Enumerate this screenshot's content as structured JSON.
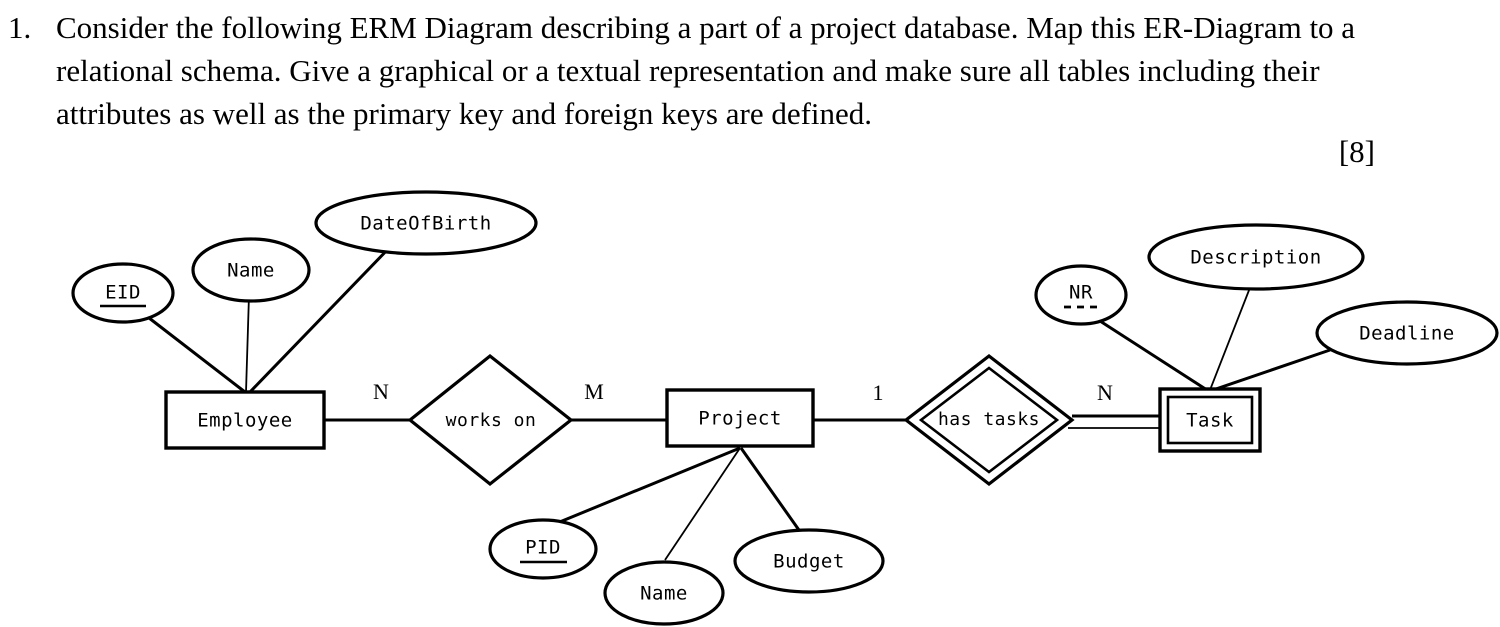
{
  "question": {
    "number": "1.",
    "text": "Consider the following ERM Diagram describing a part of a project database. Map this ER-Diagram to a relational schema. Give a graphical or a textual representation and make sure all tables including their attributes as well as the primary key and foreign keys are defined.",
    "marks": "[8]"
  },
  "diagram": {
    "type": "er-diagram",
    "entities": [
      {
        "id": "employee",
        "label": "Employee",
        "kind": "strong"
      },
      {
        "id": "project",
        "label": "Project",
        "kind": "strong"
      },
      {
        "id": "task",
        "label": "Task",
        "kind": "weak"
      }
    ],
    "relationships": [
      {
        "id": "works-on",
        "label": "works on",
        "kind": "regular",
        "left_cardinality": "N",
        "right_cardinality": "M"
      },
      {
        "id": "has-tasks",
        "label": "has tasks",
        "kind": "identifying",
        "left_cardinality": "1",
        "right_cardinality": "N"
      }
    ],
    "attributes": [
      {
        "id": "eid",
        "label": "EID",
        "owner": "employee",
        "key": "primary"
      },
      {
        "id": "emp-name",
        "label": "Name",
        "owner": "employee",
        "key": "none"
      },
      {
        "id": "dateofbirth",
        "label": "DateOfBirth",
        "owner": "employee",
        "key": "none"
      },
      {
        "id": "pid",
        "label": "PID",
        "owner": "project",
        "key": "primary"
      },
      {
        "id": "proj-name",
        "label": "Name",
        "owner": "project",
        "key": "none"
      },
      {
        "id": "budget",
        "label": "Budget",
        "owner": "project",
        "key": "none"
      },
      {
        "id": "nr",
        "label": "NR",
        "owner": "task",
        "key": "partial"
      },
      {
        "id": "description",
        "label": "Description",
        "owner": "task",
        "key": "none"
      },
      {
        "id": "deadline",
        "label": "Deadline",
        "owner": "task",
        "key": "none"
      }
    ],
    "cardinalities": {
      "employee_works_on": "N",
      "works_on_project": "M",
      "project_has_tasks": "1",
      "has_tasks_task": "N"
    },
    "colors": {
      "stroke": "#000000",
      "fill": "#ffffff",
      "text": "#000000"
    }
  }
}
